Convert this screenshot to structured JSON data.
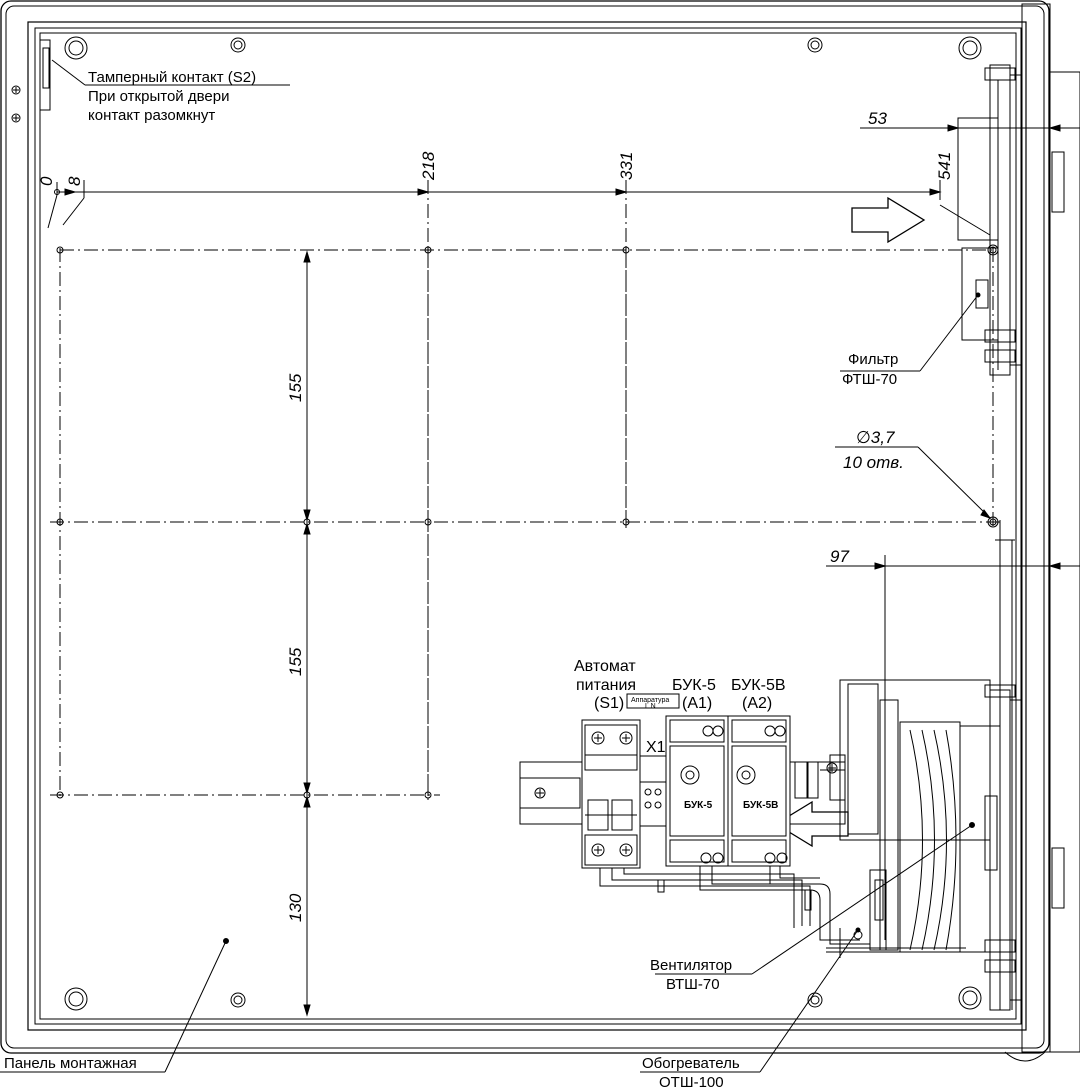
{
  "callouts": {
    "tamper": {
      "line1": "Тамперный контакт (S2)",
      "line2": "При открытой двери",
      "line3": "контакт разомкнут"
    },
    "filter": {
      "line1": "Фильтр",
      "line2": "ФТШ-70"
    },
    "holes": {
      "line1": "∅3,7",
      "line2": "10 отв."
    },
    "fan": {
      "line1": "Вентилятор",
      "line2": "ВТШ-70"
    },
    "heater": {
      "line1": "Обогреватель",
      "line2": "ОТШ-100"
    },
    "panel": {
      "line1": "Панель монтажная"
    }
  },
  "dimensions": {
    "x_ticks": [
      "0",
      "8",
      "218",
      "331",
      "541"
    ],
    "v_dims": [
      "155",
      "155",
      "130"
    ],
    "right_top": "53",
    "right_mid": "97"
  },
  "components": {
    "breaker": {
      "line1": "Автомат",
      "line2": "питания",
      "line3": "(S1)"
    },
    "buk5": {
      "line1": "БУК-5",
      "line2": "(A1)",
      "face": "БУК-5"
    },
    "buk5v": {
      "line1": "БУК-5В",
      "line2": "(A2)",
      "face": "БУК-5В"
    },
    "terminal": "X1",
    "app_box": {
      "line1": "Аппаратура",
      "line2": "L   N"
    }
  }
}
